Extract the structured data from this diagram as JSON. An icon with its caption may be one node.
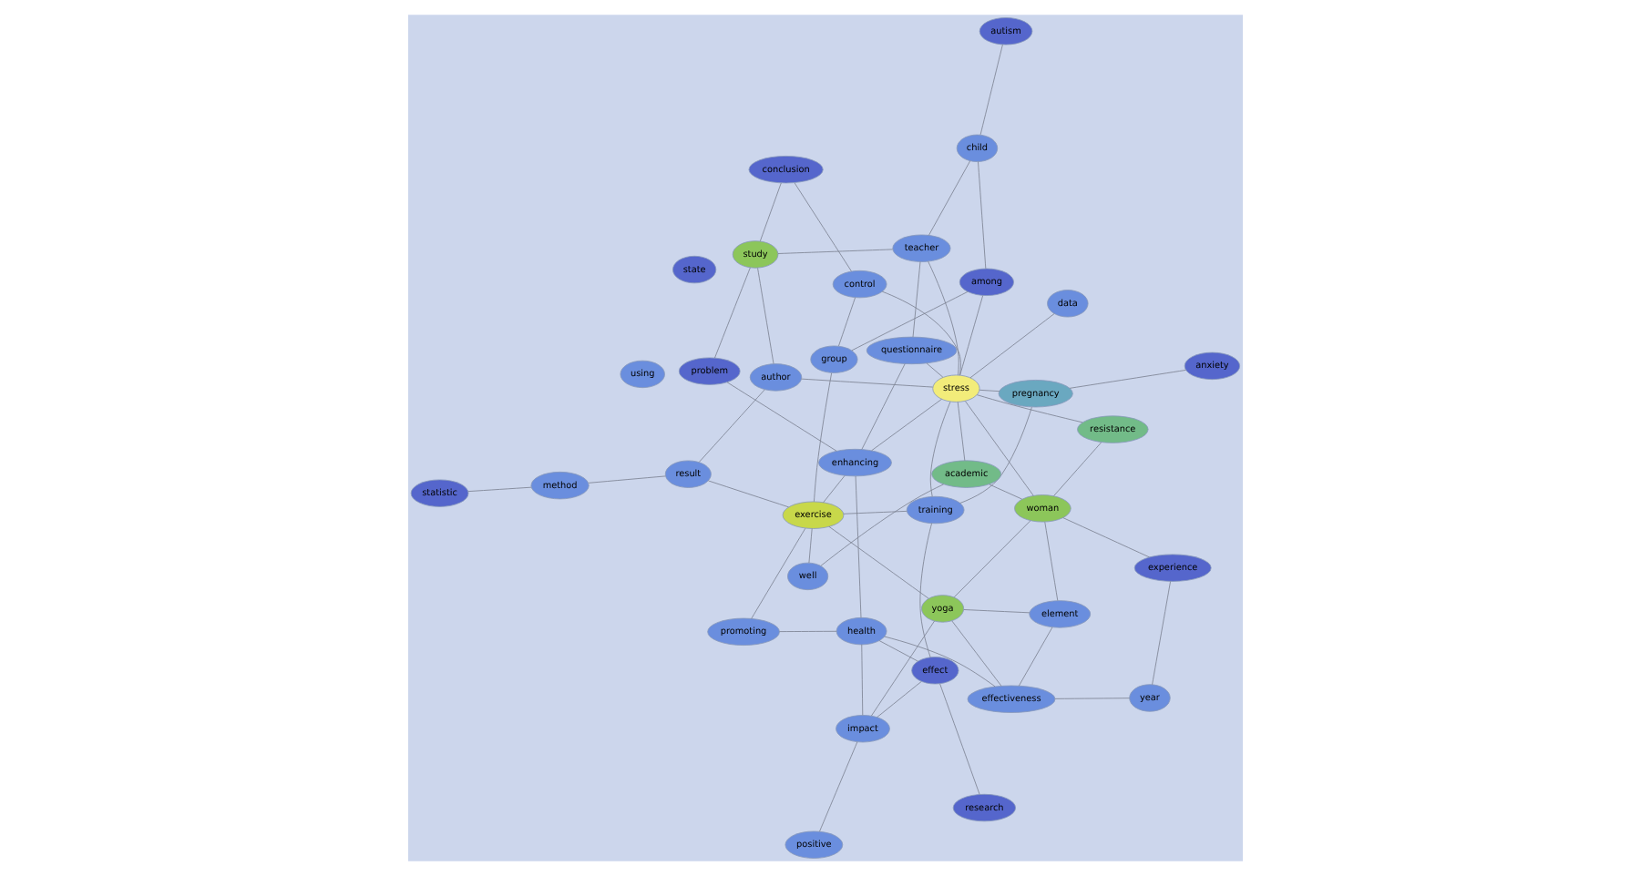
{
  "diagram": {
    "nodes": [
      {
        "text": [
          "state"
        ]
      },
      {
        "text": [
          "positive"
        ]
      },
      {
        "text": [
          "research"
        ]
      },
      {
        "text": [
          "effect"
        ]
      },
      {
        "text": [
          "statistic"
        ]
      },
      {
        "text": [
          "impact"
        ]
      },
      {
        "text": [
          "method"
        ]
      },
      {
        "text": [
          "year"
        ]
      },
      {
        "text": [
          "health"
        ]
      },
      {
        "text": [
          "promoting"
        ]
      },
      {
        "text": [
          "autism"
        ]
      },
      {
        "text": [
          "effectiveness"
        ]
      },
      {
        "text": [
          "result"
        ]
      },
      {
        "text": [
          "experience"
        ]
      },
      {
        "text": [
          "exercise"
        ]
      },
      {
        "text": [
          "yoga"
        ]
      },
      {
        "text": [
          "group"
        ]
      },
      {
        "text": [
          "training"
        ]
      },
      {
        "text": [
          "child"
        ]
      },
      {
        "text": [
          "element"
        ]
      },
      {
        "text": [
          "enhancing"
        ]
      },
      {
        "text": [
          "author"
        ]
      },
      {
        "text": [
          "teacher"
        ]
      },
      {
        "text": [
          "well"
        ]
      },
      {
        "text": [
          "woman"
        ]
      },
      {
        "text": [
          "control"
        ]
      },
      {
        "text": [
          "among"
        ]
      },
      {
        "text": [
          "pregnancy"
        ]
      },
      {
        "text": [
          "stress"
        ]
      },
      {
        "text": [
          "resistance"
        ]
      },
      {
        "text": [
          "academic"
        ]
      },
      {
        "text": [
          "study"
        ]
      },
      {
        "text": [
          "conclusion"
        ]
      },
      {
        "text": [
          "questionnaire"
        ]
      },
      {
        "text": [
          "problem"
        ]
      },
      {
        "text": [
          "using"
        ]
      },
      {
        "text": [
          "data"
        ]
      },
      {
        "text": [
          "anxiety"
        ]
      }
    ],
    "edges": [
      {
        "from": 1,
        "to": 5,
        "arrow": "none"
      },
      {
        "from": 5,
        "to": 3,
        "arrow": "none"
      },
      {
        "from": 3,
        "to": 2,
        "arrow": "none"
      },
      {
        "from": 4,
        "to": 6,
        "arrow": "none"
      },
      {
        "from": 6,
        "to": 12,
        "arrow": "none"
      },
      {
        "from": 10,
        "to": 18,
        "arrow": "none"
      },
      {
        "from": 3,
        "to": 8,
        "arrow": "none"
      },
      {
        "from": 5,
        "to": 8,
        "arrow": "none"
      },
      {
        "from": 5,
        "to": 15,
        "arrow": "none"
      },
      {
        "from": 3,
        "to": 17,
        "arrow": "none"
      },
      {
        "from": 8,
        "to": 9,
        "arrow": "none"
      },
      {
        "from": 8,
        "to": 11,
        "arrow": "none"
      },
      {
        "from": 11,
        "to": 7,
        "arrow": "none"
      },
      {
        "from": 7,
        "to": 13,
        "arrow": "none"
      },
      {
        "from": 11,
        "to": 15,
        "arrow": "none"
      },
      {
        "from": 11,
        "to": 19,
        "arrow": "none"
      },
      {
        "from": 13,
        "to": 24,
        "arrow": "none"
      },
      {
        "from": 9,
        "to": 14,
        "arrow": "none"
      },
      {
        "from": 8,
        "to": 20,
        "arrow": "none"
      },
      {
        "from": 12,
        "to": 14,
        "arrow": "none"
      },
      {
        "from": 12,
        "to": 21,
        "arrow": "none"
      },
      {
        "from": 16,
        "to": 14,
        "arrow": "none"
      },
      {
        "from": 17,
        "to": 14,
        "arrow": "none"
      },
      {
        "from": 14,
        "to": 15,
        "arrow": "none"
      },
      {
        "from": 15,
        "to": 19,
        "arrow": "none"
      },
      {
        "from": 14,
        "to": 23,
        "arrow": "none"
      },
      {
        "from": 15,
        "to": 24,
        "arrow": "none"
      },
      {
        "from": 19,
        "to": 24,
        "arrow": "none"
      },
      {
        "from": 14,
        "to": 20,
        "arrow": "none"
      },
      {
        "from": 17,
        "to": 27,
        "arrow": "none"
      },
      {
        "from": 17,
        "to": 28,
        "arrow": "none"
      },
      {
        "from": 16,
        "to": 25,
        "arrow": "none"
      },
      {
        "from": 16,
        "to": 26,
        "arrow": "none"
      },
      {
        "from": 18,
        "to": 22,
        "arrow": "none"
      },
      {
        "from": 18,
        "to": 26,
        "arrow": "none"
      },
      {
        "from": 22,
        "to": 31,
        "arrow": "none"
      },
      {
        "from": 22,
        "to": 28,
        "arrow": "none"
      },
      {
        "from": 22,
        "to": 33,
        "arrow": "none"
      },
      {
        "from": 21,
        "to": 31,
        "arrow": "none"
      },
      {
        "from": 21,
        "to": 28,
        "arrow": "none"
      },
      {
        "from": 25,
        "to": 32,
        "arrow": "none"
      },
      {
        "from": 25,
        "to": 28,
        "arrow": "none"
      },
      {
        "from": 26,
        "to": 28,
        "arrow": "none"
      },
      {
        "from": 27,
        "to": 28,
        "arrow": "none"
      },
      {
        "from": 27,
        "to": 37,
        "arrow": "none"
      },
      {
        "from": 31,
        "to": 32,
        "arrow": "none"
      },
      {
        "from": 31,
        "to": 34,
        "arrow": "none"
      },
      {
        "from": 33,
        "to": 28,
        "arrow": "none"
      },
      {
        "from": 33,
        "to": 20,
        "arrow": "none"
      },
      {
        "from": 34,
        "to": 20,
        "arrow": "none"
      },
      {
        "from": 20,
        "to": 28,
        "arrow": "none"
      },
      {
        "from": 28,
        "to": 29,
        "arrow": "none"
      },
      {
        "from": 28,
        "to": 30,
        "arrow": "none"
      },
      {
        "from": 28,
        "to": 24,
        "arrow": "none"
      },
      {
        "from": 29,
        "to": 24,
        "arrow": "none"
      },
      {
        "from": 24,
        "to": 30,
        "arrow": "none"
      },
      {
        "from": 30,
        "to": 23,
        "arrow": "none"
      },
      {
        "from": 28,
        "to": 36,
        "arrow": "none"
      }
    ]
  }
}
